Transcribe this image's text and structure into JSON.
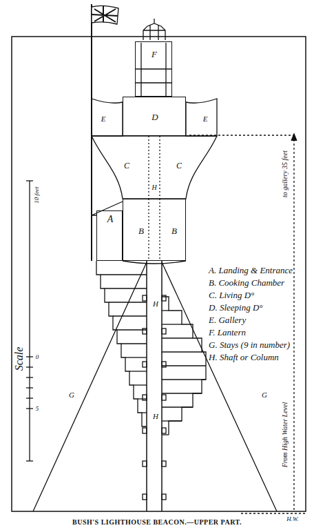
{
  "diagram": {
    "caption": "BUSH'S LIGHTHOUSE BEACON.—UPPER PART.",
    "nodes": [
      {
        "text": [
          "F"
        ]
      },
      {
        "text": [
          "D"
        ]
      },
      {
        "text": [
          "B",
          "B"
        ]
      },
      {
        "text": [
          "A"
        ]
      }
    ],
    "labels": [
      "E",
      "E",
      "C",
      "C",
      "H",
      "H",
      "H",
      "G",
      "G",
      "A. Landing & Entrance",
      "B. Cooking Chamber",
      "C. Living D°",
      "D. Sleeping D°",
      "E. Gallery",
      "F. Lantern",
      "G. Stays (9 in number)",
      "H. Shaft or Column",
      "10 feet",
      "Scale",
      "0",
      "5",
      "to gallery 35 feet",
      "From High Water Level",
      "H.W."
    ]
  }
}
